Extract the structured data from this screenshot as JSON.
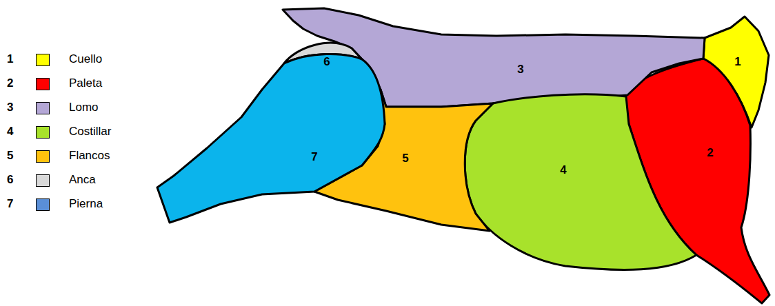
{
  "diagram": {
    "nodes": [
      {
        "text": [
          "1"
        ]
      },
      {
        "text": [
          "2"
        ]
      },
      {
        "text": [
          "3"
        ]
      },
      {
        "text": [
          "4"
        ]
      },
      {
        "text": [
          "5"
        ]
      },
      {
        "text": [
          "6"
        ]
      },
      {
        "text": [
          "7"
        ]
      }
    ],
    "labels": [
      "1",
      "2",
      "3",
      "4",
      "5",
      "6",
      "7"
    ],
    "legend": [
      {
        "text": "Cuello",
        "color": "#ffff00"
      },
      {
        "text": "Paleta",
        "color": "#ff0000"
      },
      {
        "text": "Lomo",
        "color": "#b4a7d6"
      },
      {
        "text": "Costillar",
        "color": "#a8e22b"
      },
      {
        "text": "Flancos",
        "color": "#ffc20e"
      },
      {
        "text": "Anca",
        "color": "#d9d9d9"
      },
      {
        "text": "Pierna",
        "color": "#5a8fd8"
      }
    ]
  }
}
